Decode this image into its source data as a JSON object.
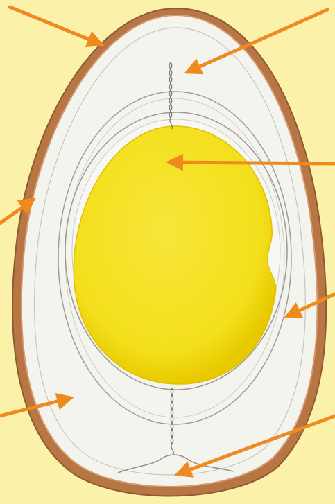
{
  "colors": {
    "background": "#fbf1a9",
    "shell_outer": "#a86a3c",
    "shell_inner": "#d9a27a",
    "albumen": "#f4f4ef",
    "membrane_line": "#9a8f8a",
    "yolk": "#f3df1a",
    "yolk_edge": "#e9c800",
    "chalazae": "#7f7773",
    "arrow": "#ef8a1f"
  },
  "parts": [
    "shell",
    "chalaza-top",
    "yolk",
    "shell-membrane",
    "vitelline-membrane",
    "albumen",
    "air-cell"
  ]
}
